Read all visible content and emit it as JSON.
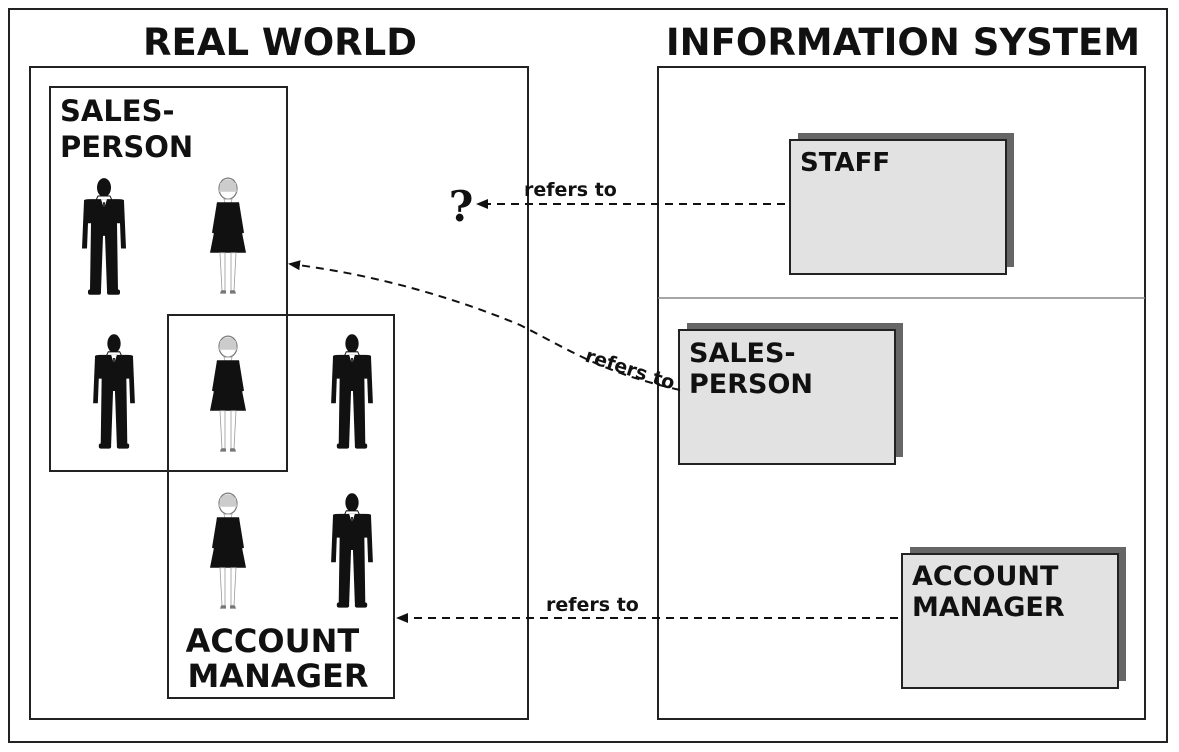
{
  "real_world": {
    "title": "REAL WORLD",
    "salesperson_label": [
      "SALES-",
      "PERSON"
    ],
    "account_manager_label": [
      "ACCOUNT",
      "MANAGER"
    ]
  },
  "information_system": {
    "title": "INFORMATION SYSTEM",
    "staff_label": [
      "STAFF"
    ],
    "salesperson_label": [
      "SALES-",
      "PERSON"
    ],
    "account_manager_label": [
      "ACCOUNT",
      "MANAGER"
    ]
  },
  "relations": {
    "staff": "refers to",
    "salesperson": "refers to",
    "account_manager": "refers to"
  },
  "unknown_symbol": "?",
  "icons": [
    "man-figure-icon",
    "woman-figure-icon"
  ]
}
